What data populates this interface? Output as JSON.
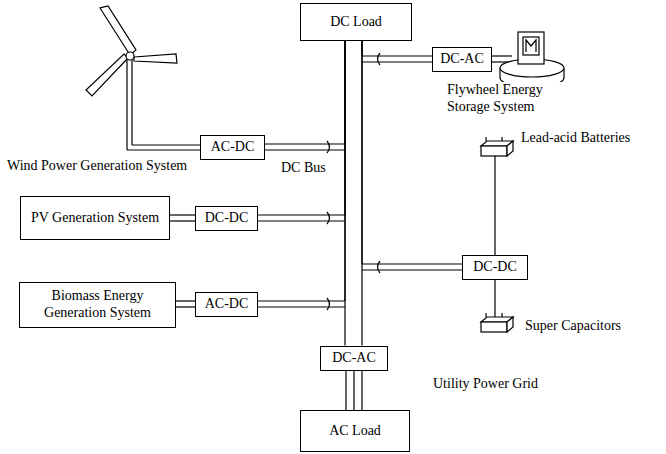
{
  "diagram": {
    "nodes": [
      {
        "text": [
          "DC Load"
        ]
      },
      {
        "text": [
          "DC-AC"
        ]
      },
      {
        "text": [
          "AC-DC"
        ]
      },
      {
        "text": [
          "PV Generation System"
        ]
      },
      {
        "text": [
          "DC-DC"
        ]
      },
      {
        "text": [
          "DC-DC"
        ]
      },
      {
        "text": [
          "Biomass Energy Generation System"
        ]
      },
      {
        "text": [
          "AC-DC"
        ]
      },
      {
        "text": [
          "DC-AC"
        ]
      },
      {
        "text": [
          "AC Load"
        ]
      }
    ],
    "edges": [
      {
        "from": 2,
        "to": 0,
        "arrow": "none"
      },
      {
        "from": 3,
        "to": 4,
        "arrow": "none"
      },
      {
        "from": 4,
        "to": 0,
        "arrow": "none"
      },
      {
        "from": 6,
        "to": 7,
        "arrow": "none"
      },
      {
        "from": 7,
        "to": 0,
        "arrow": "none"
      },
      {
        "from": 1,
        "to": 0,
        "arrow": "none"
      },
      {
        "from": 5,
        "to": 0,
        "arrow": "none"
      },
      {
        "from": 8,
        "to": 0,
        "arrow": "none"
      },
      {
        "from": 8,
        "to": 9,
        "arrow": "none"
      }
    ],
    "labels": [
      "Wind Power Generation System",
      "DC Bus",
      "Flywheel Energy Storage System",
      "Lead-acid Batteries",
      "Super Capacitors",
      "Utility Power Grid"
    ]
  }
}
